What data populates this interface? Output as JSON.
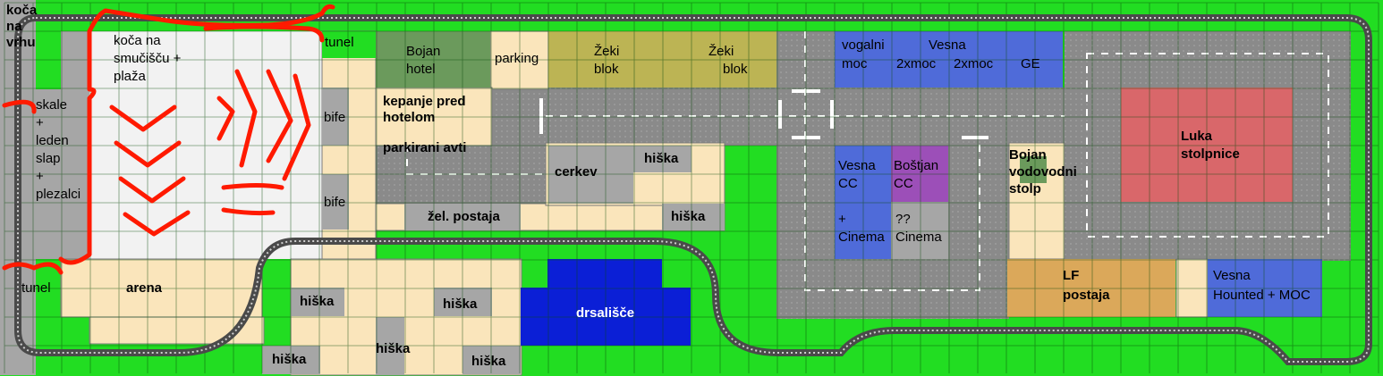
{
  "colors": {
    "grass": "#22dd22",
    "grid": "#0a4a0a",
    "sand": "#fae5bb",
    "gray": "#a6a6a6",
    "road": "#808080",
    "snow": "#f2f2f2",
    "olive": "#bcb454",
    "hotel": "#6b9a5c",
    "blue": "#4f6bd9",
    "purple": "#9c4fb8",
    "red": "#d9676a",
    "orange": "#dba85a",
    "ice": "#0b1fd6",
    "rail": "#333333",
    "mark": "#ff1a00"
  },
  "labels": {
    "koca_na_vrhu": [
      "koča",
      "na",
      "vrhu"
    ],
    "koca_smuciscu": [
      "koča na",
      "smučišču +",
      "plaža"
    ],
    "tunel_top": "tunel",
    "skale": [
      "skale",
      "+",
      "leden",
      "slap",
      "+",
      "plezalci"
    ],
    "bojan_hotel": [
      "Bojan",
      "hotel"
    ],
    "parking": "parking",
    "zeki_blok_1": [
      "Žeki",
      "blok"
    ],
    "zeki_blok_2": [
      "Žeki",
      "blok"
    ],
    "vogalni_moc": [
      "vogalni",
      "moc"
    ],
    "vesna_top": "Vesna",
    "moc_1": "2xmoc",
    "moc_2": "2xmoc",
    "ge": "GE",
    "bife_1": "bife",
    "bife_2": "bife",
    "kepanje": [
      "kepanje pred",
      "hotelom"
    ],
    "parkirani_avti": "parkirani avti",
    "cerkev": "cerkev",
    "hiska_1": "hiška",
    "hiska_2": "hiška",
    "zel_postaja": "žel. postaja",
    "vesna_cc": [
      "Vesna",
      "CC"
    ],
    "bostjan_cc": [
      "Boštjan",
      "CC"
    ],
    "cinema_1": [
      "+",
      "Cinema"
    ],
    "cinema_2": [
      "??",
      "Cinema"
    ],
    "bojan_vodovodni": [
      "Bojan",
      "vodovodni",
      "stolp"
    ],
    "luka": [
      "Luka",
      "stolpnice"
    ],
    "tunel_left": "tunel",
    "arena": "arena",
    "hiska_3": "hiška",
    "hiska_4": "hiška",
    "hiska_5": "hiška",
    "hiska_6": "hiška",
    "hiska_7": "hiška",
    "drsalisce": "drsališče",
    "lf_postaja": [
      "LF",
      "postaja"
    ],
    "vesna_hounted": [
      "Vesna",
      "Hounted + MOC"
    ]
  }
}
